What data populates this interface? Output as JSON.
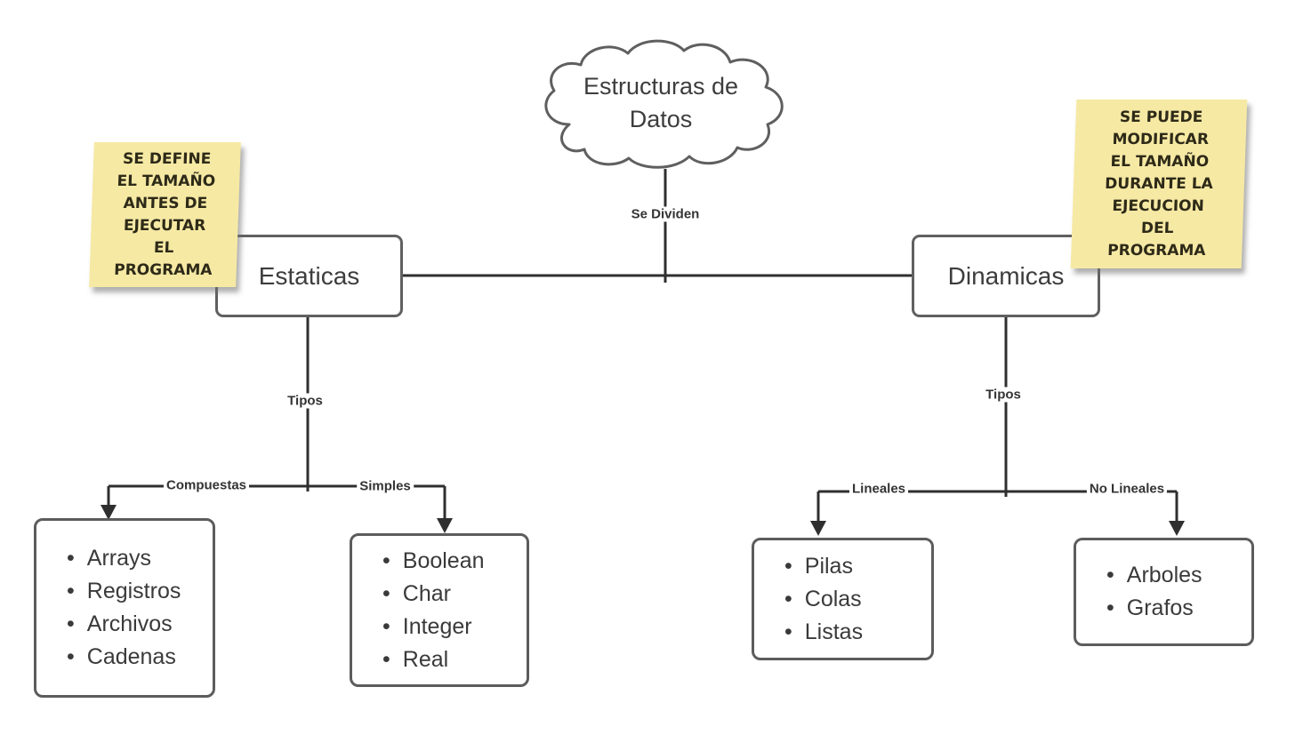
{
  "cloud": {
    "title": "Estructuras de\nDatos"
  },
  "nodes": {
    "estaticas": {
      "label": "Estaticas"
    },
    "dinamicas": {
      "label": "Dinamicas"
    }
  },
  "edge_labels": {
    "se_dividen": "Se Dividen",
    "tipos_left": "Tipos",
    "tipos_right": "Tipos",
    "compuestas": "Compuestas",
    "simples": "Simples",
    "lineales": "Lineales",
    "no_lineales": "No Lineales"
  },
  "sticky_notes": {
    "left": "SE DEFINE\nEL TAMAÑO\nANTES DE\nEJECUTAR\nEL\nPROGRAMA",
    "right": "SE PUEDE\nMODIFICAR\nEL TAMAÑO\nDURANTE LA\nEJECUCION\nDEL\nPROGRAMA"
  },
  "boxes": {
    "compuestas": {
      "items": [
        "Arrays",
        "Registros",
        "Archivos",
        "Cadenas"
      ]
    },
    "simples": {
      "items": [
        "Boolean",
        "Char",
        "Integer",
        "Real"
      ]
    },
    "lineales": {
      "items": [
        "Pilas",
        "Colas",
        "Listas"
      ]
    },
    "no_lineales": {
      "items": [
        "Arboles",
        "Grafos"
      ]
    }
  },
  "colors": {
    "line": "#2f2f2f",
    "box_border": "#5f5f5f",
    "sticky_bg": "#f6e9a4"
  }
}
